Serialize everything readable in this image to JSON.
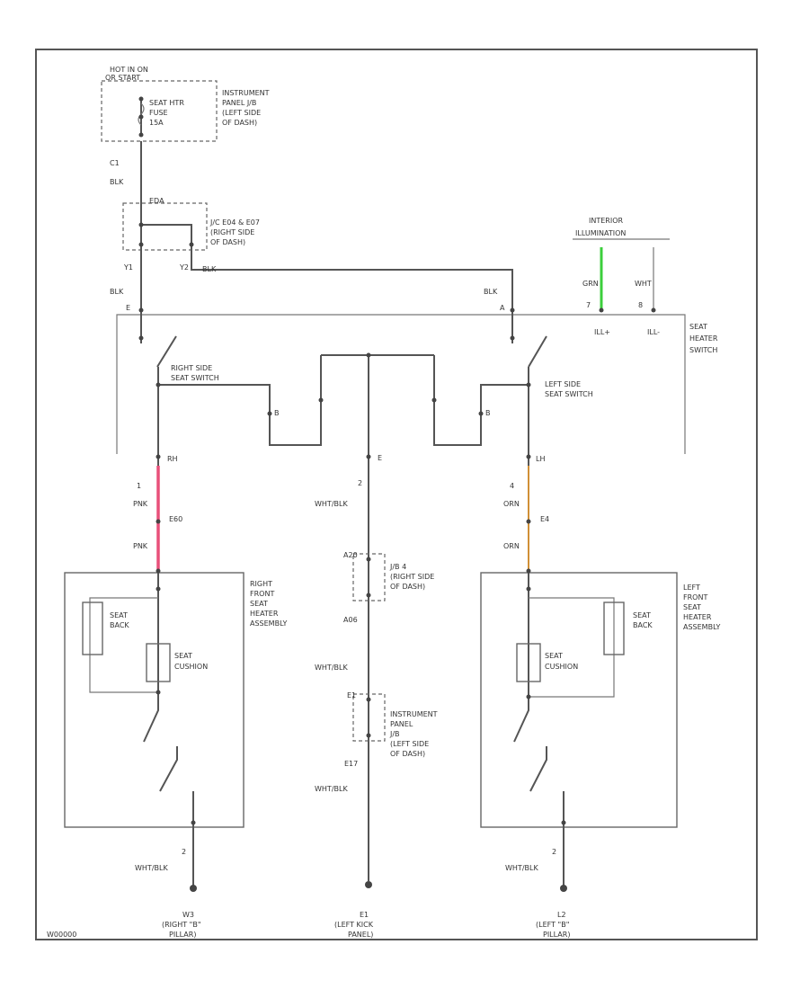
{
  "colors": {
    "wire": "#555555",
    "pink_wire": "#e8507a",
    "green_wire": "#3ccf3c",
    "orange_wire": "#f0a030"
  },
  "labels": {
    "hot_in_on": "HOT IN ON",
    "hot_in_on_2": "OR START",
    "fuse_name": "SEAT HTR",
    "fuse_name_2": "FUSE",
    "fuse_amp": "15A",
    "ipjb": [
      "INSTRUMENT",
      "PANEL J/B",
      "(LEFT SIDE",
      "OF DASH)"
    ],
    "wire_b_c1": "C1",
    "wire_blk_1": "BLK",
    "jb_conn": "EDA",
    "jc_jb": [
      "J/C E04 & E07",
      "(RIGHT SIDE",
      "OF DASH)"
    ],
    "pin_y1": "Y1",
    "pin_y2": "Y2",
    "wire_blk_2": "BLK",
    "wire_blk_3": "BLK",
    "wire_blk_4": "BLK",
    "interior_1": "INTERIOR",
    "interior_2": "ILLUMINATION",
    "wire_grn": "GRN",
    "wire_wht": "WHT",
    "pin_7": "7",
    "pin_8": "8",
    "pin_e": "E",
    "pin_a": "A",
    "ill_plus": "ILL+",
    "ill_minus": "ILL-",
    "seat_heater_switch": [
      "SEAT",
      "HEATER",
      "SWITCH"
    ],
    "right_seat_switch": [
      "RIGHT SIDE",
      "SEAT SWITCH"
    ],
    "left_seat_switch": [
      "LEFT SIDE",
      "SEAT SWITCH"
    ],
    "pin_b": "B",
    "pin_b2": "B",
    "pin_rh": "RH",
    "pin_lh": "LH",
    "pin_e2": "E",
    "wire_pnk_num": "1",
    "wire_pnk": "PNK",
    "conn_e60": "E60",
    "wire_pnk2": "PNK",
    "pin_4": "4",
    "wire_orn": "ORN",
    "conn_e4": "E4",
    "wire_orn2": "ORN",
    "pin_2": "2",
    "wire_whtblk_1": "WHT/BLK",
    "jb_a20": "A20",
    "jb4": [
      "J/B 4",
      "(RIGHT SIDE",
      "OF DASH)"
    ],
    "conn_a06": "A06",
    "wire_whtblk_2": "WHT/BLK",
    "conn_e1": "E1",
    "ipjb2": [
      "INSTRUMENT",
      "PANEL",
      "J/B",
      "(LEFT SIDE",
      "OF DASH)"
    ],
    "conn_e17": "E17",
    "wire_whtblk_3": "WHT/BLK",
    "seat_back": [
      "SEAT",
      "BACK"
    ],
    "seat_cushion": [
      "SEAT",
      "CUSHION"
    ],
    "right_front": [
      "RIGHT",
      "FRONT",
      "SEAT",
      "HEATER",
      "ASSEMBLY"
    ],
    "left_front": [
      "LEFT",
      "FRONT",
      "SEAT",
      "HEATER",
      "ASSEMBLY"
    ],
    "pin_2a": "2",
    "pin_2b": "2",
    "wire_whtblk_4": "WHT/BLK",
    "wire_whtblk_5": "WHT/BLK",
    "ground_r": [
      "W3",
      "(RIGHT \"B\"",
      "PILLAR)"
    ],
    "ground_c": [
      "E1",
      "(LEFT KICK",
      "PANEL)"
    ],
    "ground_l": [
      "L2",
      "(LEFT \"B\"",
      "PILLAR)"
    ],
    "footer_code": "W00000"
  }
}
